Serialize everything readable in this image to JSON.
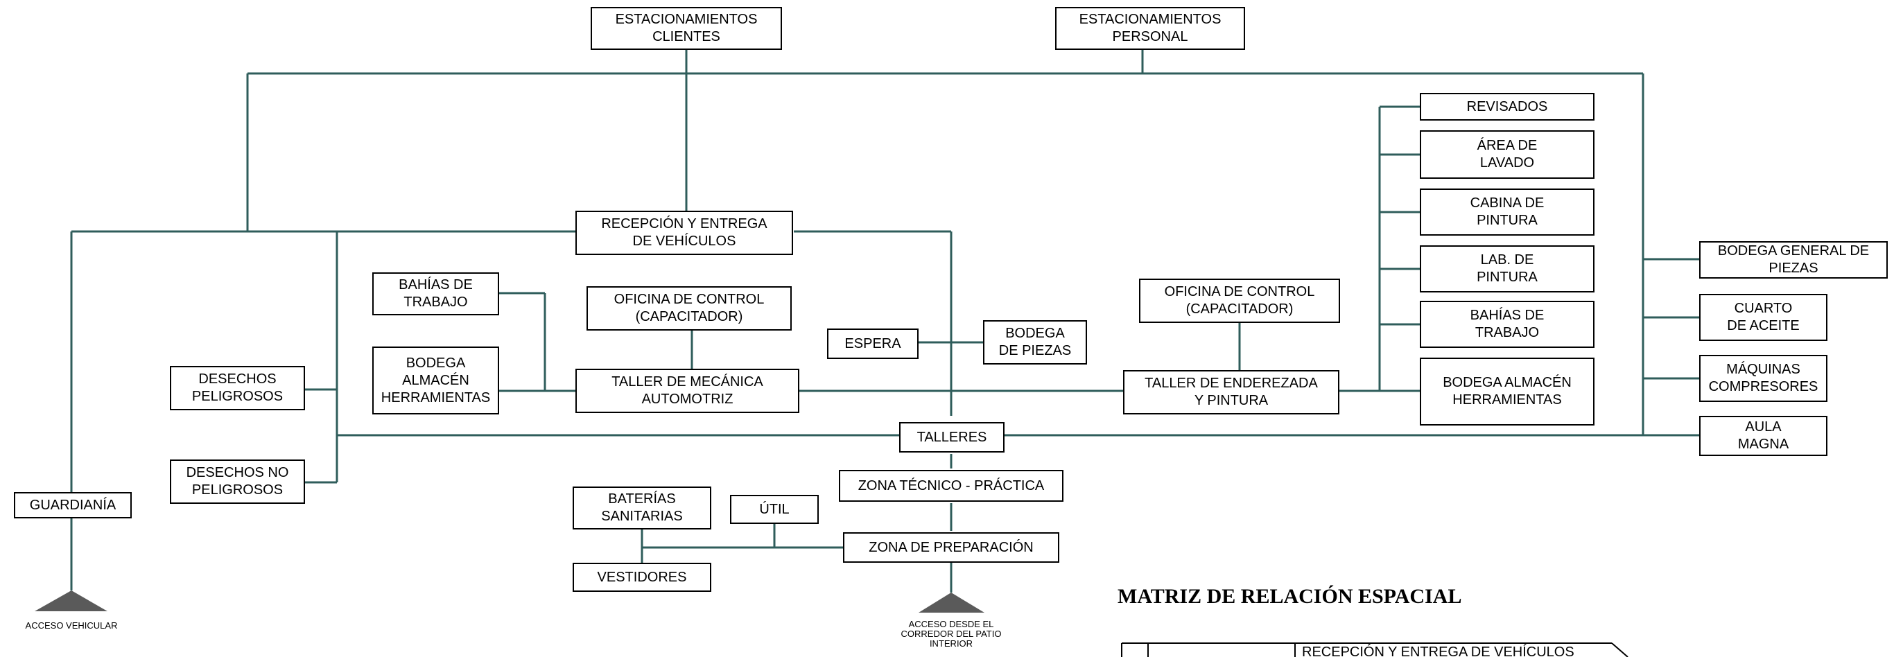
{
  "diagram": {
    "nodes": {
      "estacionamientos_clientes": "ESTACIONAMIENTOS\nCLIENTES",
      "estacionamientos_personal": "ESTACIONAMIENTOS\nPERSONAL",
      "recepcion": "RECEPCIÓN Y ENTREGA\nDE VEHÍCULOS",
      "bahias_trabajo_mec": "BAHÍAS DE\nTRABAJO",
      "oficina_control_mec": "OFICINA DE CONTROL\n(CAPACITADOR)",
      "bodega_almacen_mec": "BODEGA\nALMACÉN\nHERRAMIENTAS",
      "taller_mecanica": "TALLER DE MECÁNICA\nAUTOMOTRIZ",
      "espera": "ESPERA",
      "bodega_piezas": "BODEGA\nDE PIEZAS",
      "desechos_peligrosos": "DESECHOS\nPELIGROSOS",
      "desechos_no_peligrosos": "DESECHOS NO\nPELIGROSOS",
      "guardiania": "GUARDIANÍA",
      "talleres": "TALLERES",
      "zona_tecnico": "ZONA TÉCNICO - PRÁCTICA",
      "baterias_sanitarias": "BATERÍAS\nSANITARIAS",
      "util": "ÚTIL",
      "zona_preparacion": "ZONA DE PREPARACIÓN",
      "vestidores": "VESTIDORES",
      "oficina_control_end": "OFICINA DE CONTROL\n(CAPACITADOR)",
      "taller_enderezada": "TALLER DE ENDEREZADA\nY PINTURA",
      "revisados": "REVISADOS",
      "area_lavado": "ÁREA DE\nLAVADO",
      "cabina_pintura": "CABINA DE\nPINTURA",
      "lab_pintura": "LAB. DE\nPINTURA",
      "bahias_trabajo_end": "BAHÍAS DE\nTRABAJO",
      "bodega_almacen_end": "BODEGA ALMACÉN\nHERRAMIENTAS",
      "bodega_general": "BODEGA GENERAL DE\nPIEZAS",
      "cuarto_aceite": "CUARTO\nDE ACEITE",
      "maquinas_compresores": "MÁQUINAS\nCOMPRESORES",
      "aula_magna": "AULA\nMAGNA"
    },
    "acceso_vehicular": "ACCESO VEHICULAR",
    "acceso_corredor": "ACCESO DESDE EL\nCORREDOR DEL PATIO\nINTERIOR",
    "line_color": "#2f5d5b"
  },
  "matrix": {
    "title": "MATRIZ DE RELACIÓN ESPACIAL",
    "first_row": "RECEPCIÓN Y ENTREGA DE VEHÍCULOS"
  }
}
